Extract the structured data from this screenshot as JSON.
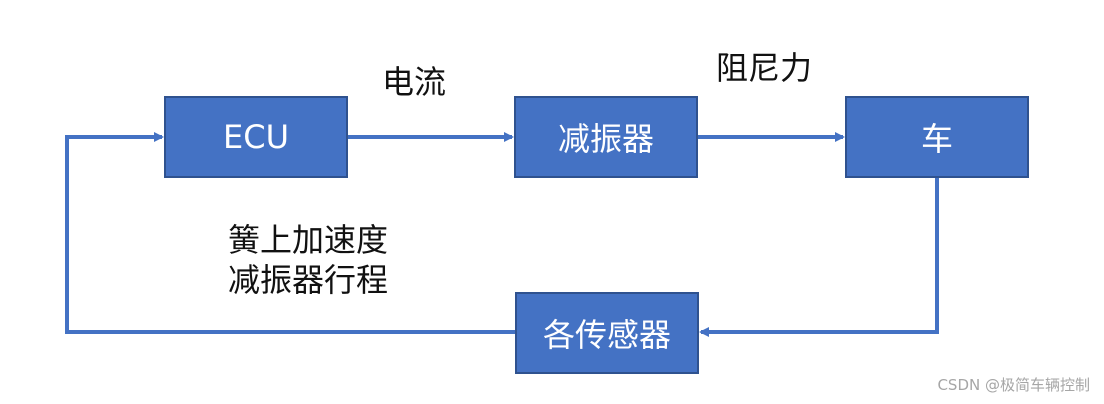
{
  "blocks": {
    "ecu": "ECU",
    "damper": "减振器",
    "car": "车",
    "sensors": "各传感器"
  },
  "labels": {
    "current": "电流",
    "damping_force": "阻尼力",
    "feedback_line1": "簧上加速度",
    "feedback_line2": "减振器行程"
  },
  "watermark": "CSDN @极简车辆控制",
  "colors": {
    "block_fill": "#4472c4",
    "block_border": "#2f528f",
    "arrow": "#4472c4"
  }
}
